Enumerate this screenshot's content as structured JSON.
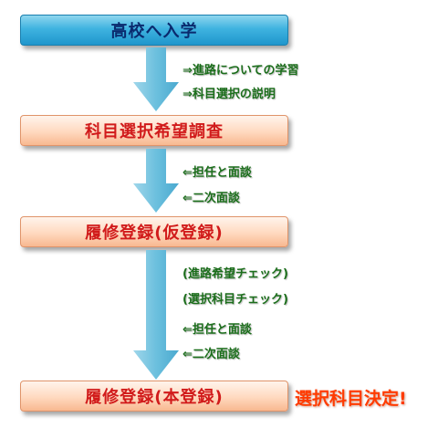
{
  "steps": [
    {
      "label": "高校へ入学"
    },
    {
      "label": "科目選択希望調査"
    },
    {
      "label": "履修登録(仮登録)"
    },
    {
      "label": "履修登録(本登録)"
    }
  ],
  "notes": {
    "step1": [
      "⇒進路についての学習",
      "⇒科目選択の説明"
    ],
    "step2": [
      "⇐担任と面談",
      "⇐二次面談"
    ],
    "step3": [
      "(進路希望チェック)",
      "(選択科目チェック)",
      "⇐担任と面談",
      "⇐二次面談"
    ]
  },
  "result": "選択科目決定!",
  "colors": {
    "arrow": "#7fc7e0",
    "note_text": "#1b6e1b",
    "result_text": "#ff3b00",
    "box_blue": "#3fb3e0",
    "box_peach": "#ffd9bf"
  }
}
